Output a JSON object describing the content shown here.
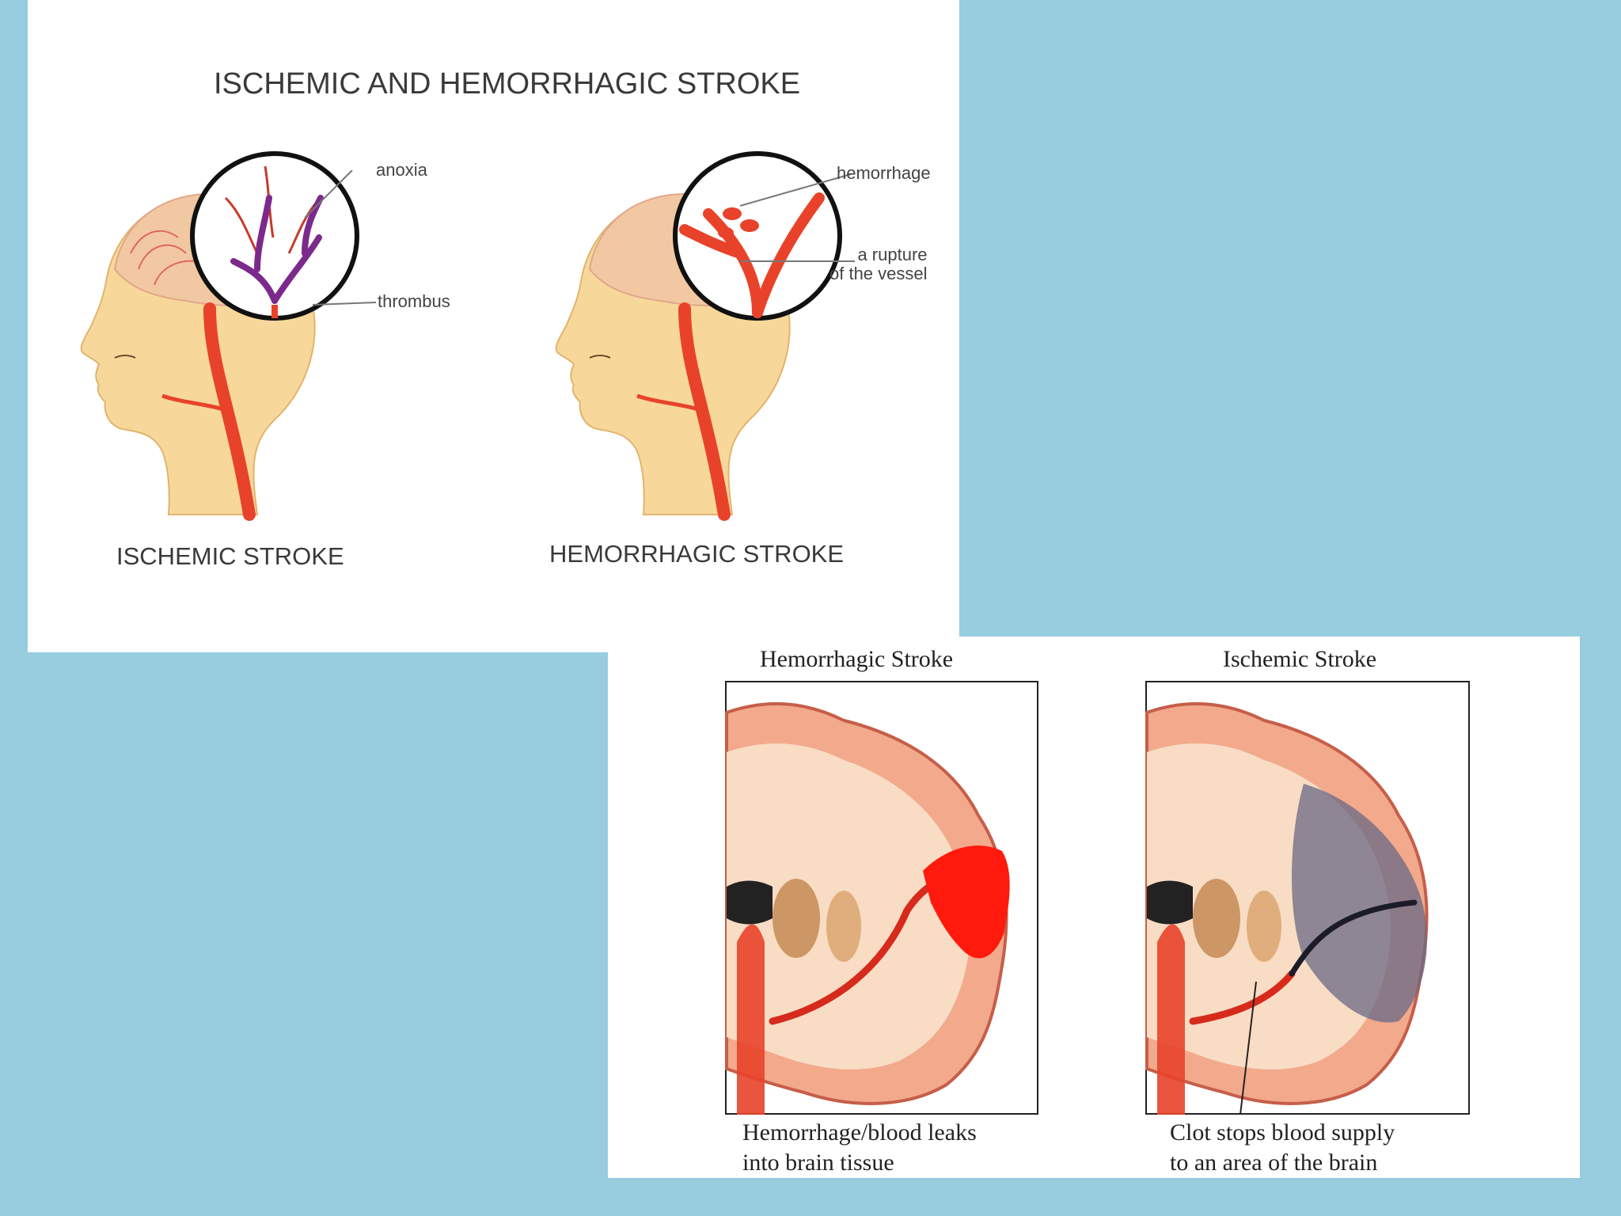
{
  "top_panel": {
    "title": "ISCHEMIC AND HEMORRHAGIC STROKE",
    "left": {
      "callout_top": "anoxia",
      "callout_bottom": "thrombus",
      "caption": "ISCHEMIC STROKE"
    },
    "right": {
      "callout_top": "hemorrhage",
      "callout_rupture_line1": "a rupture",
      "callout_rupture_line2": "of the vessel",
      "caption": "HEMORRHAGIC STROKE"
    }
  },
  "bottom_panel": {
    "left": {
      "title": "Hemorrhagic Stroke",
      "caption_line1": "Hemorrhage/blood leaks",
      "caption_line2": "into brain tissue"
    },
    "right": {
      "title": "Ischemic Stroke",
      "caption_line1": "Clot stops blood supply",
      "caption_line2": "to an area of the brain"
    }
  },
  "colors": {
    "background": "#98ccdf",
    "skin": "#f7d89a",
    "artery": "#e8432a",
    "clot": "#7b2a8c",
    "brain_gray": "#f2a98c",
    "brain_white": "#f9dcc4",
    "ischemic_zone": "#6a6a86"
  }
}
